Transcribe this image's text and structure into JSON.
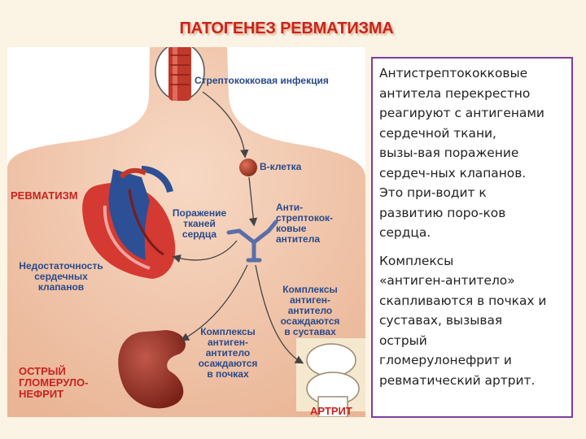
{
  "title": "ПАТОГЕНЕЗ РЕВМАТИЗМА",
  "labels": {
    "strep_infection": "Стрептококковая инфекция",
    "b_cell": "В-клетка",
    "rheumatism": "РЕВМАТИЗМ",
    "heart_damage": [
      "Поражение",
      "тканей",
      "сердца"
    ],
    "antibodies": [
      "Анти-",
      "стрептокок-",
      "ковые",
      "антитела"
    ],
    "valve_insufficiency": [
      "Недостаточность",
      "сердечных",
      "клапанов"
    ],
    "complexes_joints": [
      "Комплексы",
      "антиген-",
      "антитело",
      "осаждаются",
      "в суставах"
    ],
    "complexes_kidneys": [
      "Комплексы",
      "антиген-",
      "антитело",
      "осаждаются",
      "в почках"
    ],
    "glomerulonephritis": [
      "ОСТРЫЙ",
      "ГЛОМЕРУЛО-",
      "НЕФРИТ"
    ],
    "arthritis": "АРТРИТ"
  },
  "text": {
    "paragraph1": [
      "Антистрептококковые",
      "антитела перекрестно",
      "реагируют с антигенами",
      "сердечной ткани,",
      "вызы-вая поражение",
      "сердеч-ных клапанов.",
      "Это при-водит к",
      "развитию поро-ков",
      "сердца."
    ],
    "paragraph2": [
      "Комплексы",
      "«антиген-антитело»",
      "скапливаются в почках и",
      "суставах, вызывая",
      "острый",
      "гломерулонефрит и",
      "ревматический артрит."
    ]
  },
  "colors": {
    "title": "#c8231f",
    "label_blue": "#2a4a8a",
    "label_red": "#c8231f",
    "box_border": "#7b3fa0",
    "body_fill": "#f2c7ab"
  }
}
